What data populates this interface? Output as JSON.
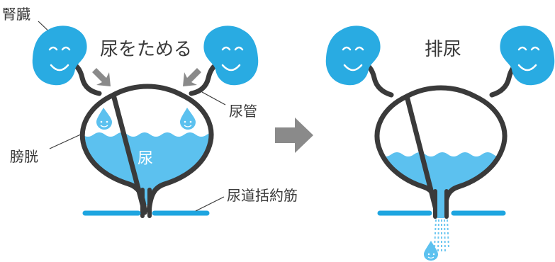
{
  "labels": {
    "kidney": "腎臓",
    "storing_title": "尿をためる",
    "ureter": "尿管",
    "bladder": "膀胱",
    "urine": "尿",
    "sphincter": "尿道括約筋",
    "urination_title": "排尿"
  },
  "colors": {
    "kidney": "#29abe2",
    "urine": "#5cc1ef",
    "outline": "#3a3a3a",
    "sphincter": "#1ea5e0",
    "arrow": "#8a8a8a",
    "stream": "#6ec7f0"
  },
  "icons": [
    "kidney-smile-face",
    "down-arrow",
    "right-arrow",
    "water-drop-face"
  ],
  "states": [
    "storing",
    "urination"
  ]
}
